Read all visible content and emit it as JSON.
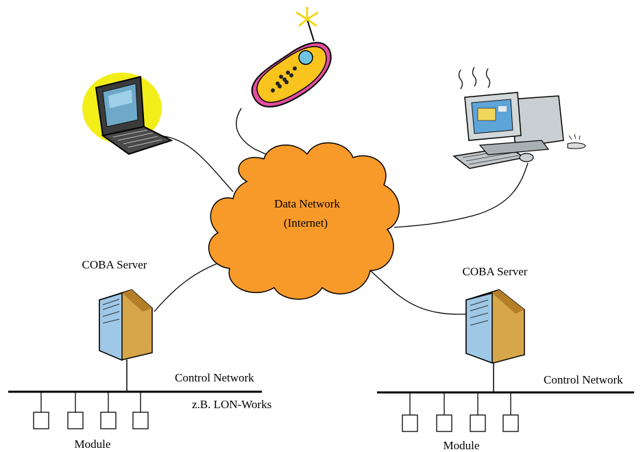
{
  "cloud": {
    "line1": "Data Network",
    "line2": "(Internet)",
    "fill": "#F89A2A"
  },
  "servers": {
    "left_label": "COBA Server",
    "right_label": "COBA Server"
  },
  "networks": {
    "left_label": "Control Network",
    "left_sublabel": "z.B. LON-Works",
    "right_label": "Control Network"
  },
  "modules": {
    "left_label": "Module",
    "right_label": "Module"
  },
  "colors": {
    "laptop_glow": "#F2EE1A",
    "phone_body": "#F9C41E",
    "server_case": "#D6A64A",
    "monitor_screen": "#5DA4D9"
  },
  "icons": [
    "laptop-icon",
    "mobile-phone-icon",
    "desktop-computer-icon",
    "server-tower-icon"
  ]
}
